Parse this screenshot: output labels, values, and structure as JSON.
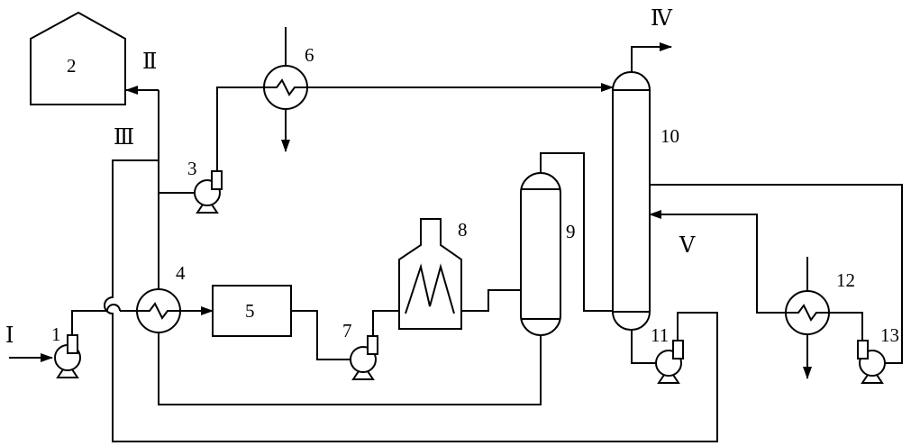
{
  "diagram": {
    "stream_labels": {
      "I": "Ⅰ",
      "II": "Ⅱ",
      "III": "Ⅲ",
      "IV": "Ⅳ",
      "V": "Ⅴ"
    },
    "equipment_labels": {
      "e1": "1",
      "e2": "2",
      "e3": "3",
      "e4": "4",
      "e5": "5",
      "e6": "6",
      "e7": "7",
      "e8": "8",
      "e9": "9",
      "e10": "10",
      "e11": "11",
      "e12": "12",
      "e13": "13"
    }
  }
}
